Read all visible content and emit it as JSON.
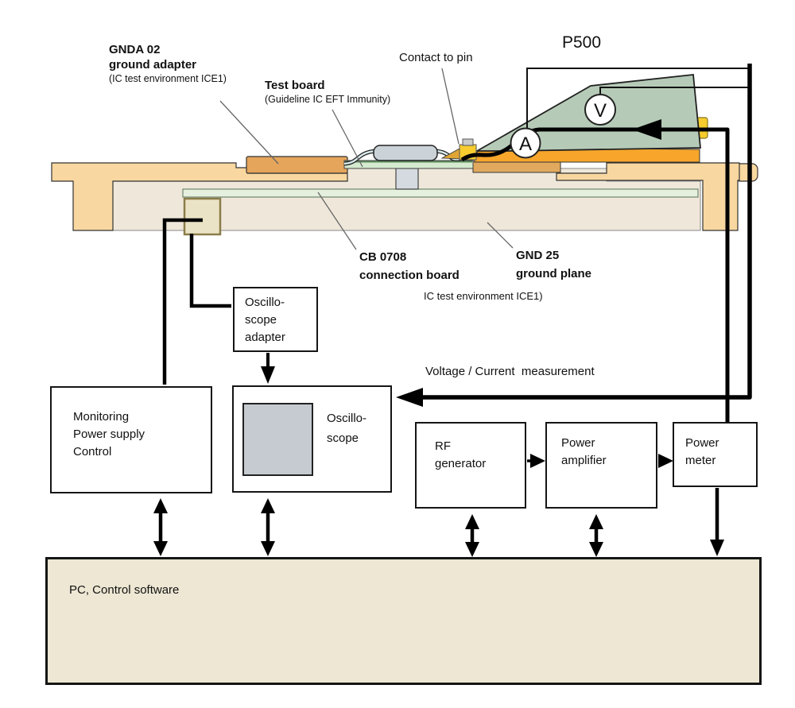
{
  "labels": {
    "gnda": {
      "line1": "GNDA 02",
      "line2": "ground adapter",
      "line3": "(IC test environment ICE1)"
    },
    "test_board": {
      "line1": "Test board",
      "line2": "(Guideline IC EFT Immunity)"
    },
    "contact_to_pin": "Contact to pin",
    "p500": "P500",
    "cb": {
      "line1": "CB 0708",
      "line2": "connection board"
    },
    "gnd": {
      "line1": "GND 25",
      "line2": "ground plane"
    },
    "ice_env": "IC test environment ICE1)",
    "measurement": "Voltage / Current  measurement"
  },
  "meters": {
    "voltmeter": "V",
    "ammeter": "A"
  },
  "blocks": {
    "monitoring": {
      "line1": "Monitoring",
      "line2": "Power supply",
      "line3": "Control"
    },
    "scope_adapter": {
      "line1": "Oscillo-",
      "line2": "scope",
      "line3": "adapter"
    },
    "oscilloscope": {
      "line1": "Oscillo-",
      "line2": "scope"
    },
    "rf_generator": {
      "line1": "RF",
      "line2": "generator"
    },
    "power_amplifier": {
      "line1": "Power",
      "line2": "amplifier"
    },
    "power_meter": {
      "line1": "Power",
      "line2": "meter"
    },
    "pc": {
      "label": "PC, Control software"
    }
  },
  "colors": {
    "ground_plane_wheat": "#F8D7A0",
    "body_beige": "#EFE8DA",
    "ground_adapter_orange": "#E5A55B",
    "probe_base_orange": "#F7A62B",
    "probe_body_green": "#B6CBB7",
    "test_board_green": "#D5EACF",
    "connection_board_green": "#E6F0DF",
    "ic_gray": "#CBD3D8",
    "contact_yellow": "#F6CC2F",
    "adapter_square_tan": "#EBE3C6",
    "pc_box_beige": "#EDE7D3",
    "wire_black": "#000000",
    "leader_gray": "#666666"
  }
}
